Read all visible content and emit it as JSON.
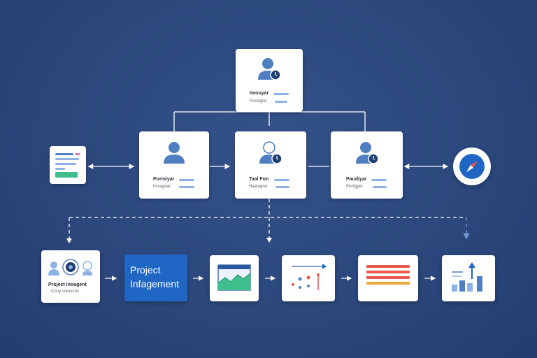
{
  "diagram": {
    "top_node": {
      "label": "Imouyar",
      "sub": "Purtagrer",
      "icon": "user-clock-icon"
    },
    "mid_nodes": [
      {
        "label": "Pormiyar",
        "sub": "Imsagear",
        "icon": "user-icon"
      },
      {
        "label": "Taal Fon",
        "sub": "Haatagrer",
        "icon": "user-clock-icon"
      },
      {
        "label": "Paudiyar",
        "sub": "Pertigyer",
        "icon": "user-clock-icon"
      }
    ],
    "side_left": {
      "icon": "document-list-icon"
    },
    "side_right": {
      "icon": "compass-icon"
    },
    "bottom_cards": [
      {
        "title": "Project Inoagent",
        "sub": "Cony sneecras",
        "icon": "team-badges-icon"
      },
      {
        "title": "Project Infagement",
        "icon": ""
      },
      {
        "icon": "line-chart-window-icon"
      },
      {
        "icon": "scatter-plot-icon"
      },
      {
        "icon": "stacked-bars-icon"
      },
      {
        "icon": "growth-bar-chart-icon"
      }
    ],
    "colors": {
      "background": "#2b477c",
      "card": "#ffffff",
      "accent_blue": "#1f66c5",
      "icon_blue": "#4f7fc0",
      "connector": "#ffffff",
      "red_bar": "#e8574b",
      "orange_bar": "#f0a534",
      "green": "#3fbf8c"
    }
  }
}
